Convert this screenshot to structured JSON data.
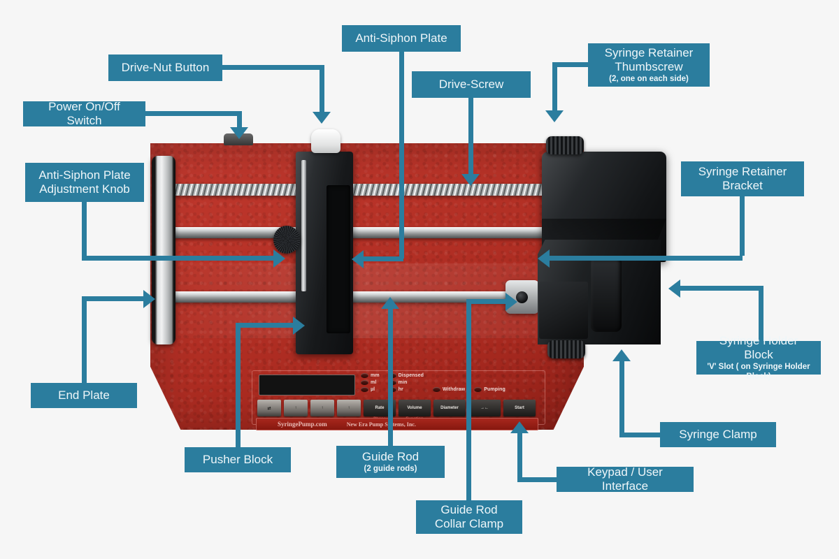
{
  "diagram": {
    "title": "Syringe Pump Component Callout Diagram",
    "accent_color": "#2b7d9e",
    "background_color": "#f6f6f6",
    "body_color": "#b8332a"
  },
  "callouts": [
    {
      "id": "anti-siphon-plate",
      "label": "Anti-Siphon Plate",
      "sublabel": ""
    },
    {
      "id": "drive-nut-button",
      "label": "Drive-Nut Button",
      "sublabel": ""
    },
    {
      "id": "drive-screw",
      "label": "Drive-Screw",
      "sublabel": ""
    },
    {
      "id": "syringe-retainer-thumbscrew",
      "label": "Syringe Retainer\nThumbscrew",
      "sublabel": "(2, one on each side)"
    },
    {
      "id": "power-switch",
      "label": "Power On/Off Switch",
      "sublabel": ""
    },
    {
      "id": "anti-siphon-knob",
      "label": "Anti-Siphon Plate\nAdjustment Knob",
      "sublabel": ""
    },
    {
      "id": "syringe-retainer-bracket",
      "label": "Syringe Retainer\nBracket",
      "sublabel": ""
    },
    {
      "id": "end-plate",
      "label": "End Plate",
      "sublabel": ""
    },
    {
      "id": "syringe-holder-block",
      "label": "Syringe Holder Block",
      "sublabel": "'V' Slot ( on Syringe Holder Block)"
    },
    {
      "id": "syringe-clamp",
      "label": "Syringe Clamp",
      "sublabel": ""
    },
    {
      "id": "pusher-block",
      "label": "Pusher Block",
      "sublabel": ""
    },
    {
      "id": "guide-rod",
      "label": "Guide Rod",
      "sublabel": "(2 guide rods)"
    },
    {
      "id": "keypad",
      "label": "Keypad / User Interface",
      "sublabel": ""
    },
    {
      "id": "guide-rod-collar-clamp",
      "label": "Guide Rod\nCollar Clamp",
      "sublabel": ""
    }
  ],
  "device": {
    "brand_primary": "SyringePump.com",
    "brand_secondary": "New Era Pump Systems, Inc.",
    "leds_units": [
      "mm",
      "ml",
      "µl"
    ],
    "leds_time": [
      "Dispensed",
      "min",
      "hr"
    ],
    "leds_mode": [
      "Withdraw",
      "Pumping"
    ],
    "keys_arrow": [
      "⇄",
      "↑",
      "↑",
      "↑"
    ],
    "keys_named": [
      {
        "top": "Rate",
        "bottom": "Phase"
      },
      {
        "top": "Volume",
        "bottom": "Function"
      },
      {
        "top": "Diameter",
        "bottom": ""
      },
      {
        "top": "→←",
        "bottom": ""
      }
    ],
    "key_start": "Start"
  }
}
